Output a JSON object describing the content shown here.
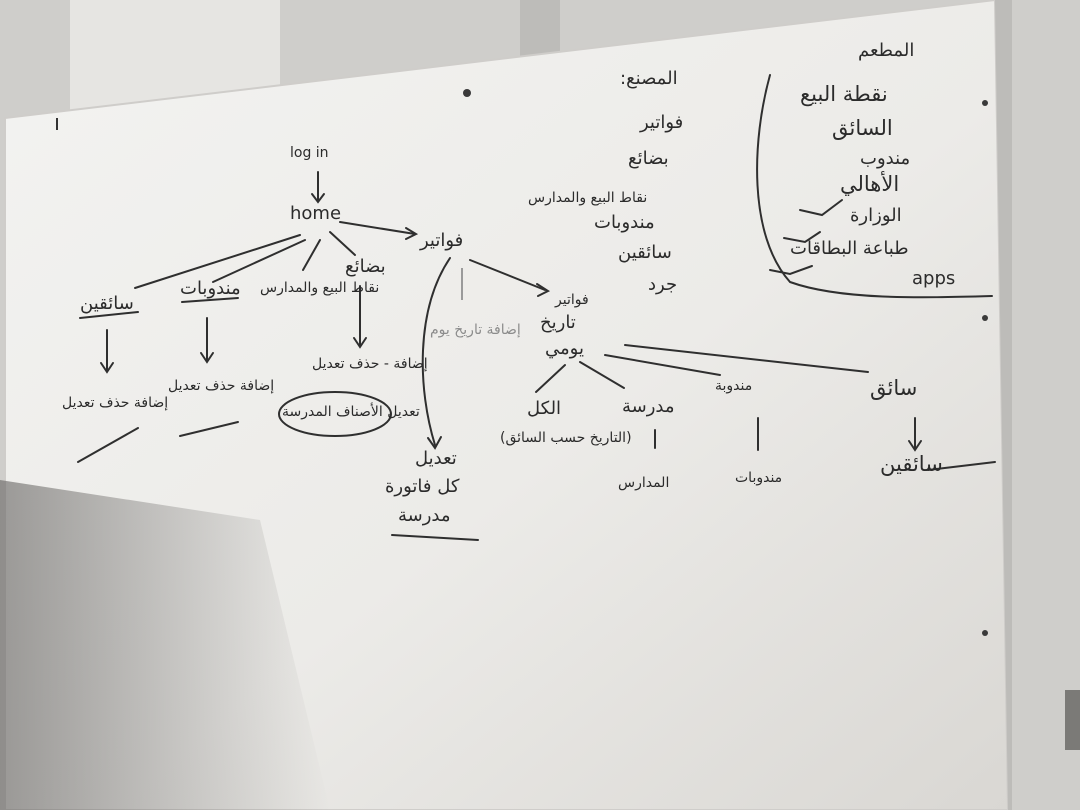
{
  "tree": {
    "login": "log in",
    "home": "home",
    "branches": [
      {
        "label": "سائقين",
        "child": "إضافة حذف تعديل"
      },
      {
        "label": "مندوبات",
        "child": "إضافة حذف تعديل"
      },
      {
        "label": "نقاط البيع والمدارس",
        "child": ""
      },
      {
        "label": "بضائع",
        "child": "إضافة - حذف تعديل"
      },
      {
        "label": "فواتير",
        "child": ""
      }
    ],
    "circled_note": "تعديل الأصناف المدرسة",
    "invoices_faint": "إضافة تاريخ يوم",
    "invoice_edit": [
      "تعديل",
      "كل فاتورة",
      "مدرسة"
    ],
    "invoice_date_node": [
      "فواتير",
      "تاريخ",
      "يومي"
    ],
    "date_children": [
      {
        "label": "الكل",
        "child": "(التاريخ حسب السائق)"
      },
      {
        "label": "مدرسة",
        "child": "المدارس"
      },
      {
        "label": "مندوبة",
        "child": "مندوبات"
      },
      {
        "label": "سائق",
        "child": "سائقين"
      }
    ]
  },
  "list_middle": {
    "title": "المصنع:",
    "items": [
      "فواتير",
      "بضائع",
      "نقاط البيع والمدارس",
      "مندوبات",
      "سائقين",
      "جرد"
    ]
  },
  "list_right": {
    "title": "المطعم",
    "items": [
      "نقطة البيع",
      "السائق",
      "مندوب",
      "الأهالي",
      "الوزارة",
      "طباعة البطاقات",
      "apps"
    ]
  }
}
